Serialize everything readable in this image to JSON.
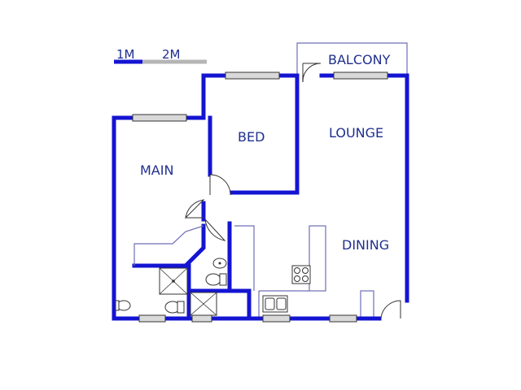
{
  "scale_bar": {
    "label_1": "1M",
    "label_2": "2M",
    "color_dark": "#1414d2",
    "color_light": "#b5b5b5"
  },
  "rooms": {
    "balcony": "BALCONY",
    "bed": "BED",
    "lounge": "LOUNGE",
    "main": "MAIN",
    "dining": "DINING"
  },
  "colors": {
    "wall": "#1414d2",
    "text": "#1f2f8f",
    "fixture_line": "#6f6fb7"
  }
}
